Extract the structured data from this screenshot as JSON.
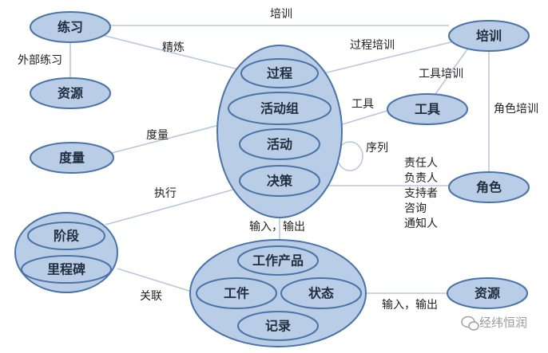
{
  "nodes": {
    "practice": "练习",
    "resource_left": "资源",
    "measure": "度量",
    "training": "培训",
    "tool": "工具",
    "role": "角色",
    "resource_right": "资源"
  },
  "process_group": {
    "process": "过程",
    "activity_group": "活动组",
    "activity": "活动",
    "decision": "决策"
  },
  "phase_group": {
    "phase": "阶段",
    "milestone": "里程碑"
  },
  "work_group": {
    "work_product": "工作产品",
    "artifact": "工件",
    "state": "状态",
    "record": "记录"
  },
  "edges": {
    "training_top": "培训",
    "external_practice": "外部练习",
    "refine": "精炼",
    "process_training": "过程培训",
    "tool_training": "工具培训",
    "tool": "工具",
    "role_training": "角色培训",
    "measure": "度量",
    "sequence": "序列",
    "raci_responsible": "责任人",
    "raci_accountable": "负责人",
    "raci_supporter": "支持者",
    "raci_consulted": "咨询",
    "raci_informed": "通知人",
    "execute": "执行",
    "input_output_center": "输入，输出",
    "associate": "关联",
    "input_output_right": "输入，输出"
  },
  "watermark": "经纬恒润"
}
